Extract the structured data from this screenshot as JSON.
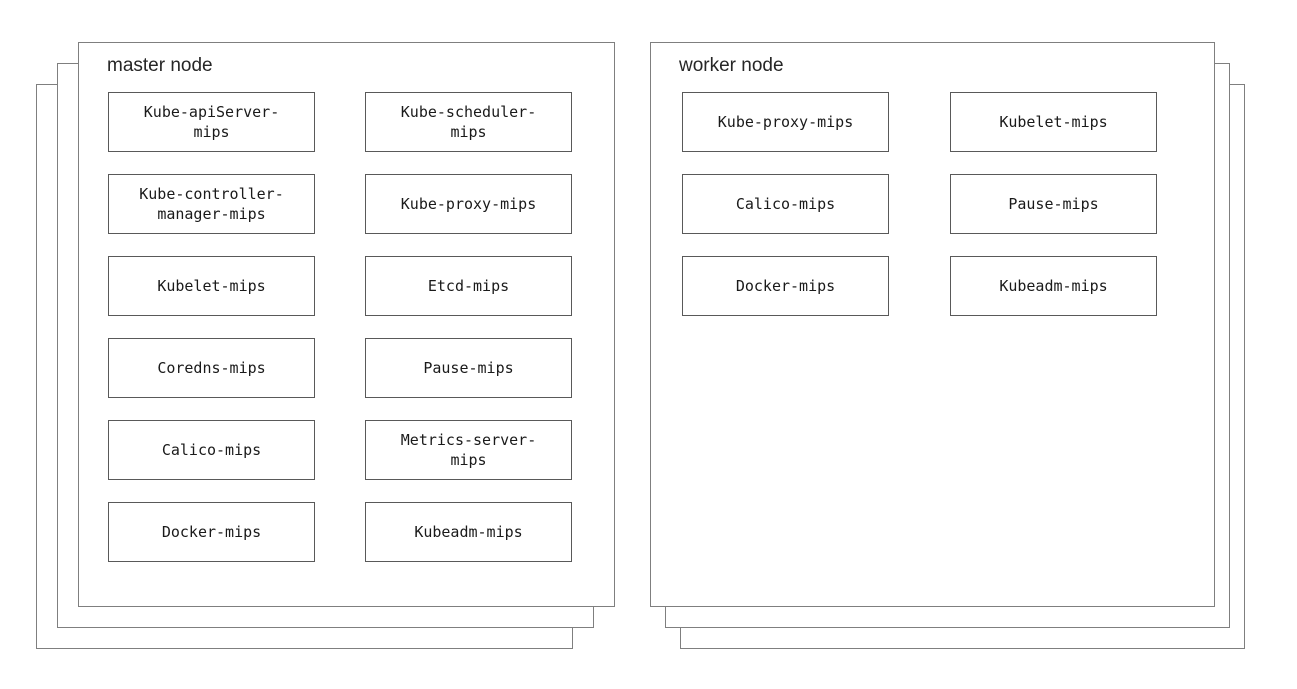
{
  "nodes": [
    {
      "title": "master node",
      "components": [
        "Kube-apiServer-\nmips",
        "Kube-scheduler-\nmips",
        "Kube-controller-\nmanager-mips",
        "Kube-proxy-mips",
        "Kubelet-mips",
        "Etcd-mips",
        "Coredns-mips",
        "Pause-mips",
        "Calico-mips",
        "Metrics-server-\nmips",
        "Docker-mips",
        "Kubeadm-mips"
      ]
    },
    {
      "title": "worker node",
      "components": [
        "Kube-proxy-mips",
        "Kubelet-mips",
        "Calico-mips",
        "Pause-mips",
        "Docker-mips",
        "Kubeadm-mips"
      ]
    }
  ]
}
